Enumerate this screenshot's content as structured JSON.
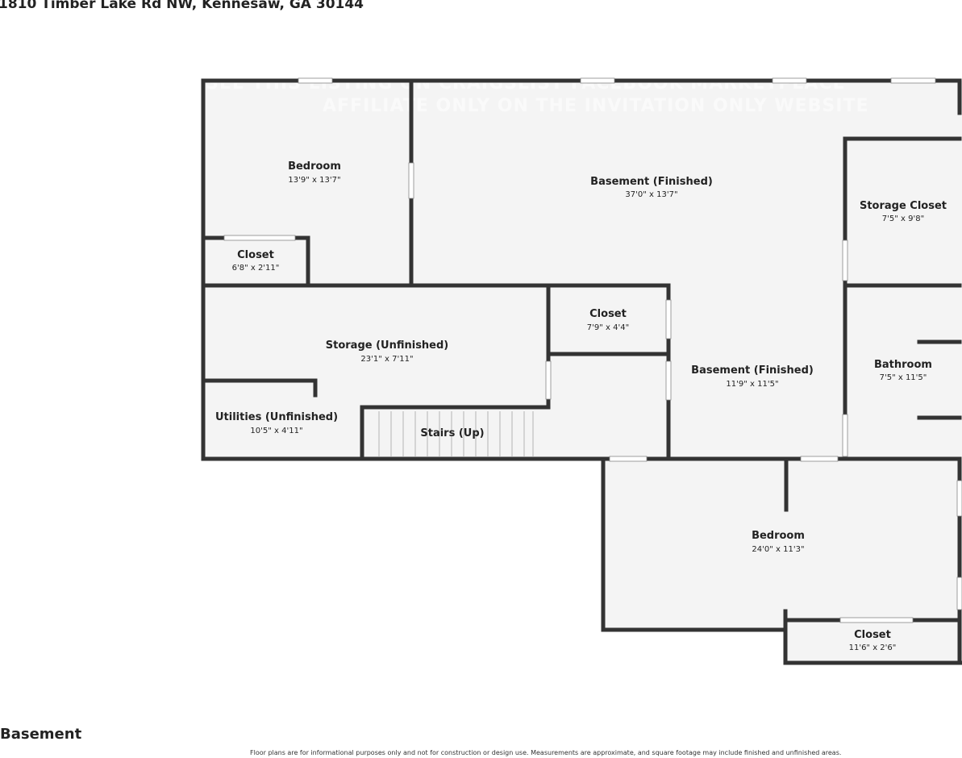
{
  "header": {
    "address": "1810 Timber Lake Rd NW, Kennesaw, GA 30144"
  },
  "footer": {
    "floor_name": "Basement",
    "disclaimer": "Floor plans are for informational purposes only and not for construction or design use. Measurements are approximate, and square footage may include finished and unfinished areas."
  },
  "rooms": {
    "bedroom_1": {
      "name": "Bedroom",
      "dims": "13'9\" x 13'7\""
    },
    "closet_1": {
      "name": "Closet",
      "dims": "6'8\" x 2'11\""
    },
    "basement_1": {
      "name": "Basement (Finished)",
      "dims": "37'0\" x 13'7\""
    },
    "storage_closet": {
      "name": "Storage Closet",
      "dims": "7'5\" x 9'8\""
    },
    "storage": {
      "name": "Storage (Unfinished)",
      "dims": "23'1\" x 7'11\""
    },
    "closet_2": {
      "name": "Closet",
      "dims": "7'9\" x 4'4\""
    },
    "basement_2": {
      "name": "Basement (Finished)",
      "dims": "11'9\" x 11'5\""
    },
    "bathroom": {
      "name": "Bathroom",
      "dims": "7'5\" x 11'5\""
    },
    "utilities": {
      "name": "Utilities (Unfinished)",
      "dims": "10'5\" x 4'11\""
    },
    "stairs": {
      "name": "Stairs (Up)"
    },
    "bedroom_2": {
      "name": "Bedroom",
      "dims": "24'0\" x 11'3\""
    },
    "closet_3": {
      "name": "Closet",
      "dims": "11'6\" x 2'6\""
    }
  },
  "watermark": {
    "line1": "SEE THIS LISTING ON CRAIGSLIST FACEBOOK MARKETPLACE",
    "line2": "AFFILIATE ONLY ON THE INVITATION ONLY WEBSITE"
  }
}
